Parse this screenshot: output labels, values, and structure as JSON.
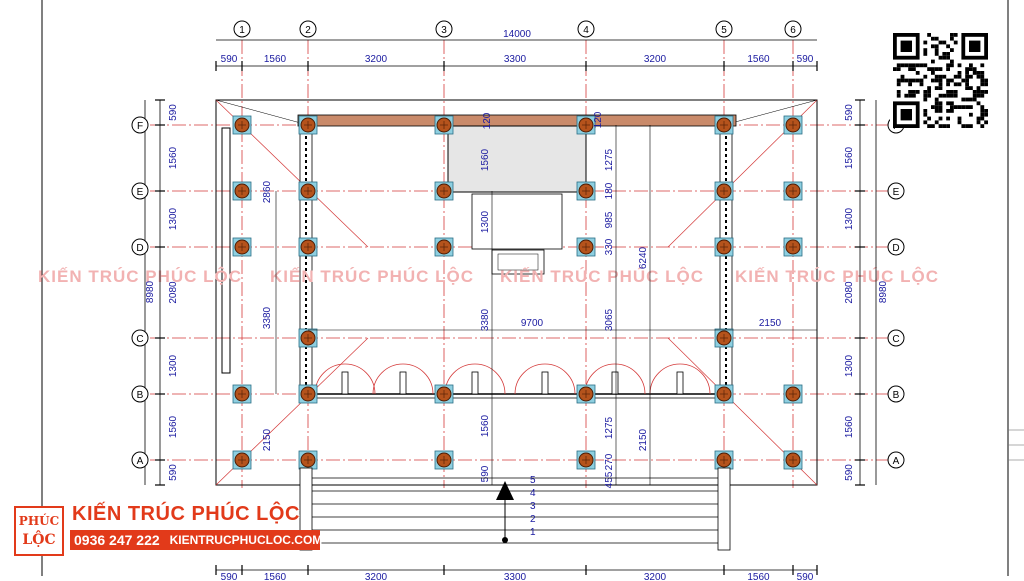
{
  "drawing": {
    "grid_columns": [
      "1",
      "2",
      "3",
      "4",
      "5",
      "6"
    ],
    "grid_rows": [
      "F",
      "E",
      "D",
      "C",
      "B",
      "A"
    ],
    "dims_top_total": "14000",
    "dims_top_segments": [
      "590",
      "1560",
      "3200",
      "3300",
      "3200",
      "1560",
      "590"
    ],
    "dims_bottom_segments": [
      "590",
      "1560",
      "3200",
      "3300",
      "3200",
      "1560",
      "590"
    ],
    "dims_left_segments": [
      "590",
      "1560",
      "1300",
      "2080",
      "1300",
      "1560",
      "590"
    ],
    "dims_left_total": "8980",
    "dims_right_segments": [
      "590",
      "1560",
      "1300",
      "2080",
      "1300",
      "1560",
      "590"
    ],
    "dims_right_total": "8980",
    "inner_dims": {
      "d2860": "2860",
      "d3380_left": "3380",
      "d2150_left": "2150",
      "d3380_mid": "3380",
      "d1300_mid": "1300",
      "d1560_top": "1560",
      "d1560_bot": "1560",
      "d590_bot": "590",
      "d120": "120",
      "d6240": "6240",
      "d9700": "9700",
      "d2150_right": "2150",
      "d2150_low": "2150",
      "d1275_top": "1275",
      "d1275_bot": "1275",
      "d3065": "3065",
      "d985": "985",
      "d180": "180",
      "d330": "330",
      "d455": "455",
      "d270": "270",
      "d120b": "120"
    },
    "steps": [
      "5",
      "4",
      "3",
      "2",
      "1"
    ],
    "watermark": "KIẾN TRÚC PHÚC LỘC"
  },
  "brand": {
    "logo_top": "PHÚC",
    "logo_bottom": "LỘC",
    "name": "KIẾN TRÚC PHÚC LỘC",
    "phone": "0936 247 222",
    "website": "KIENTRUCPHUCLOC.COM"
  },
  "colors": {
    "grid_line": "#d43a3a",
    "dimension_text": "#1a1aa0",
    "column": "#b5531c",
    "column_base": "#8ecfe0",
    "brand_red": "#e23a1a"
  }
}
